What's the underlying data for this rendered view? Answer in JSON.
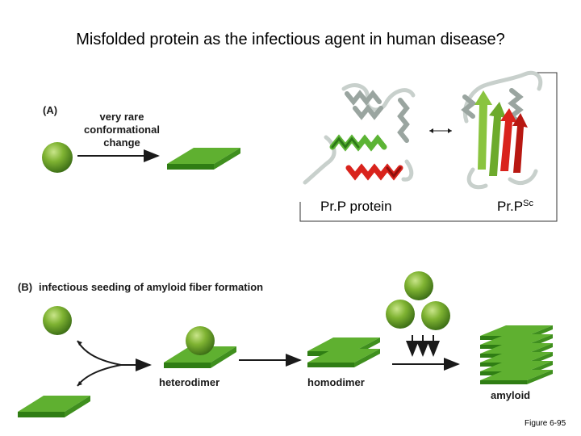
{
  "title": "Misfolded protein as the infectious agent in human disease?",
  "panel_a": {
    "letter": "(A)",
    "label_lines": [
      "very rare",
      "conformational",
      "change"
    ]
  },
  "structure_labels": {
    "prp": "Pr.P protein",
    "prpsc_main": "Pr.P",
    "prpsc_sup": "Sc"
  },
  "panel_b": {
    "letter": "(B)",
    "label": "infectious seeding of amyloid fiber formation",
    "heterodimer": "heterodimer",
    "homodimer": "homodimer",
    "amyloid": "amyloid"
  },
  "figure_ref": "Figure 6-95",
  "colors": {
    "green_light": "#8ac43f",
    "green_dark": "#3c7a1a",
    "red": "#d9231c",
    "ribbon_gray": "#c8d0cc"
  }
}
